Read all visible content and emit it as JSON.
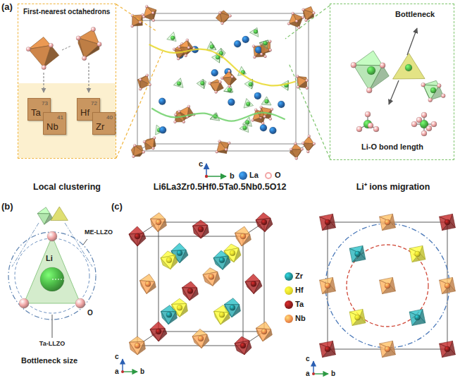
{
  "diagram": {
    "nodes": [
      {
        "text": [
          "First-nearest octahedrons"
        ]
      },
      {
        "text": [
          "73",
          "Ta"
        ],
        "in": 0
      },
      {
        "text": [
          "41",
          "Nb"
        ],
        "in": 0
      },
      {
        "text": [
          "72",
          "Hf"
        ],
        "in": 0
      },
      {
        "text": [
          "40",
          "Zr"
        ],
        "in": 0
      },
      {
        "text": [
          "Bottleneck",
          "Li-O bond length"
        ]
      }
    ],
    "labels": [
      "(a)",
      "c",
      "b",
      "Local clustering",
      "Li6La3Zr0.5Hf0.5Ta0.5Nb0.5O12",
      "Li⁺ ions migration",
      "(b)",
      "Li",
      "ME-LLZO",
      "Ta-LLZO",
      "O",
      "Bottleneck size",
      "(c)",
      "c",
      "a",
      "b",
      "c",
      "a",
      "b"
    ],
    "legend": [
      {
        "text": "La",
        "color": "#2a6db5"
      },
      {
        "text": "O",
        "color": "#f2a7a7"
      },
      {
        "text": "Zr",
        "color": "#1f8a8f"
      },
      {
        "text": "Hf",
        "color": "#e3da2b"
      },
      {
        "text": "Ta",
        "color": "#8c1c1c"
      },
      {
        "text": "Nb",
        "color": "#ee8a4a"
      }
    ]
  }
}
